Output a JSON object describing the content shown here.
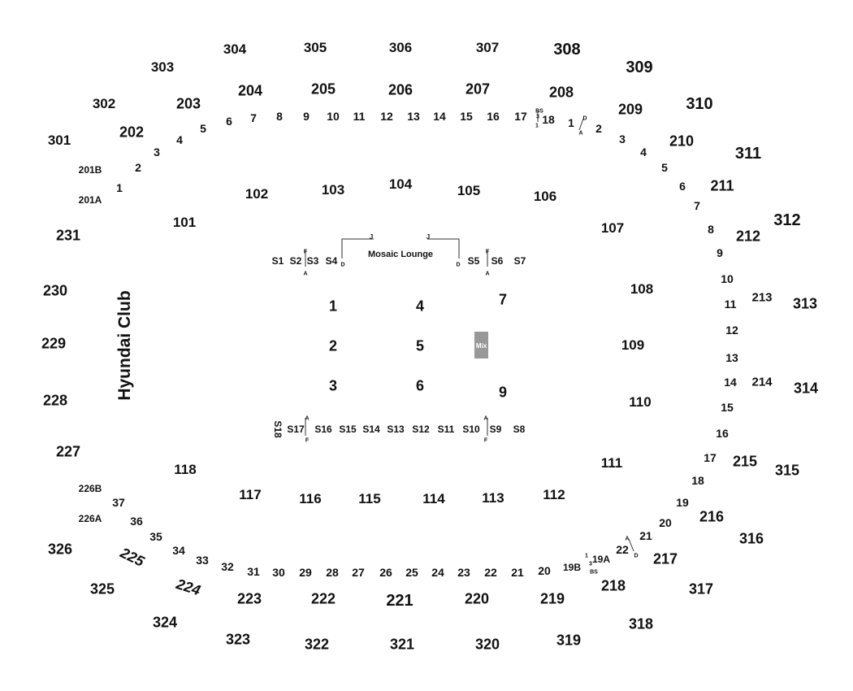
{
  "venue": {
    "club_label": "Hyundai Club",
    "lounge_label": "Mosaic Lounge",
    "mix_label": "Mix"
  },
  "sections": {
    "s300": [
      "301",
      "302",
      "303",
      "304",
      "305",
      "306",
      "307",
      "308",
      "309",
      "310",
      "311",
      "312",
      "313",
      "314",
      "315",
      "316",
      "317",
      "318",
      "319",
      "320",
      "321",
      "322",
      "323",
      "324",
      "325",
      "326",
      "227",
      "228",
      "229",
      "230",
      "231"
    ],
    "s200": [
      "201B",
      "201A",
      "202",
      "203",
      "204",
      "205",
      "206",
      "207",
      "208",
      "209",
      "210",
      "211",
      "212",
      "213",
      "214",
      "215",
      "216",
      "217",
      "218",
      "219",
      "220",
      "221",
      "222",
      "223",
      "224",
      "225",
      "226B",
      "226A"
    ],
    "s100": [
      "101",
      "102",
      "103",
      "104",
      "105",
      "106",
      "107",
      "108",
      "109",
      "110",
      "111",
      "112",
      "113",
      "114",
      "115",
      "116",
      "117",
      "118"
    ],
    "rows_top": [
      "1",
      "2",
      "3",
      "4",
      "5",
      "6",
      "7",
      "8",
      "9",
      "10",
      "11",
      "12",
      "13",
      "14",
      "15",
      "16",
      "17",
      "18"
    ],
    "rows_right": [
      "1",
      "2",
      "3",
      "4",
      "5",
      "6",
      "7",
      "8",
      "9",
      "10",
      "11",
      "12",
      "13",
      "14",
      "15",
      "16",
      "17",
      "18",
      "19",
      "20",
      "21",
      "22"
    ],
    "rows_bottom": [
      "19A",
      "19B",
      "20",
      "21",
      "22",
      "23",
      "24",
      "25",
      "26",
      "27",
      "28",
      "29",
      "30",
      "31",
      "32",
      "33",
      "34",
      "35",
      "36",
      "37"
    ],
    "suites_top": [
      "S1",
      "S2",
      "S3",
      "S4",
      "S5",
      "S6",
      "S7"
    ],
    "suites_bottom": [
      "S18",
      "S17",
      "S16",
      "S15",
      "S14",
      "S13",
      "S12",
      "S11",
      "S10",
      "S9",
      "S8"
    ],
    "floor": [
      "1",
      "2",
      "3",
      "4",
      "5",
      "6",
      "7",
      "9"
    ],
    "markers": [
      "F",
      "A",
      "D",
      "J",
      "BS",
      "3",
      "1"
    ]
  }
}
